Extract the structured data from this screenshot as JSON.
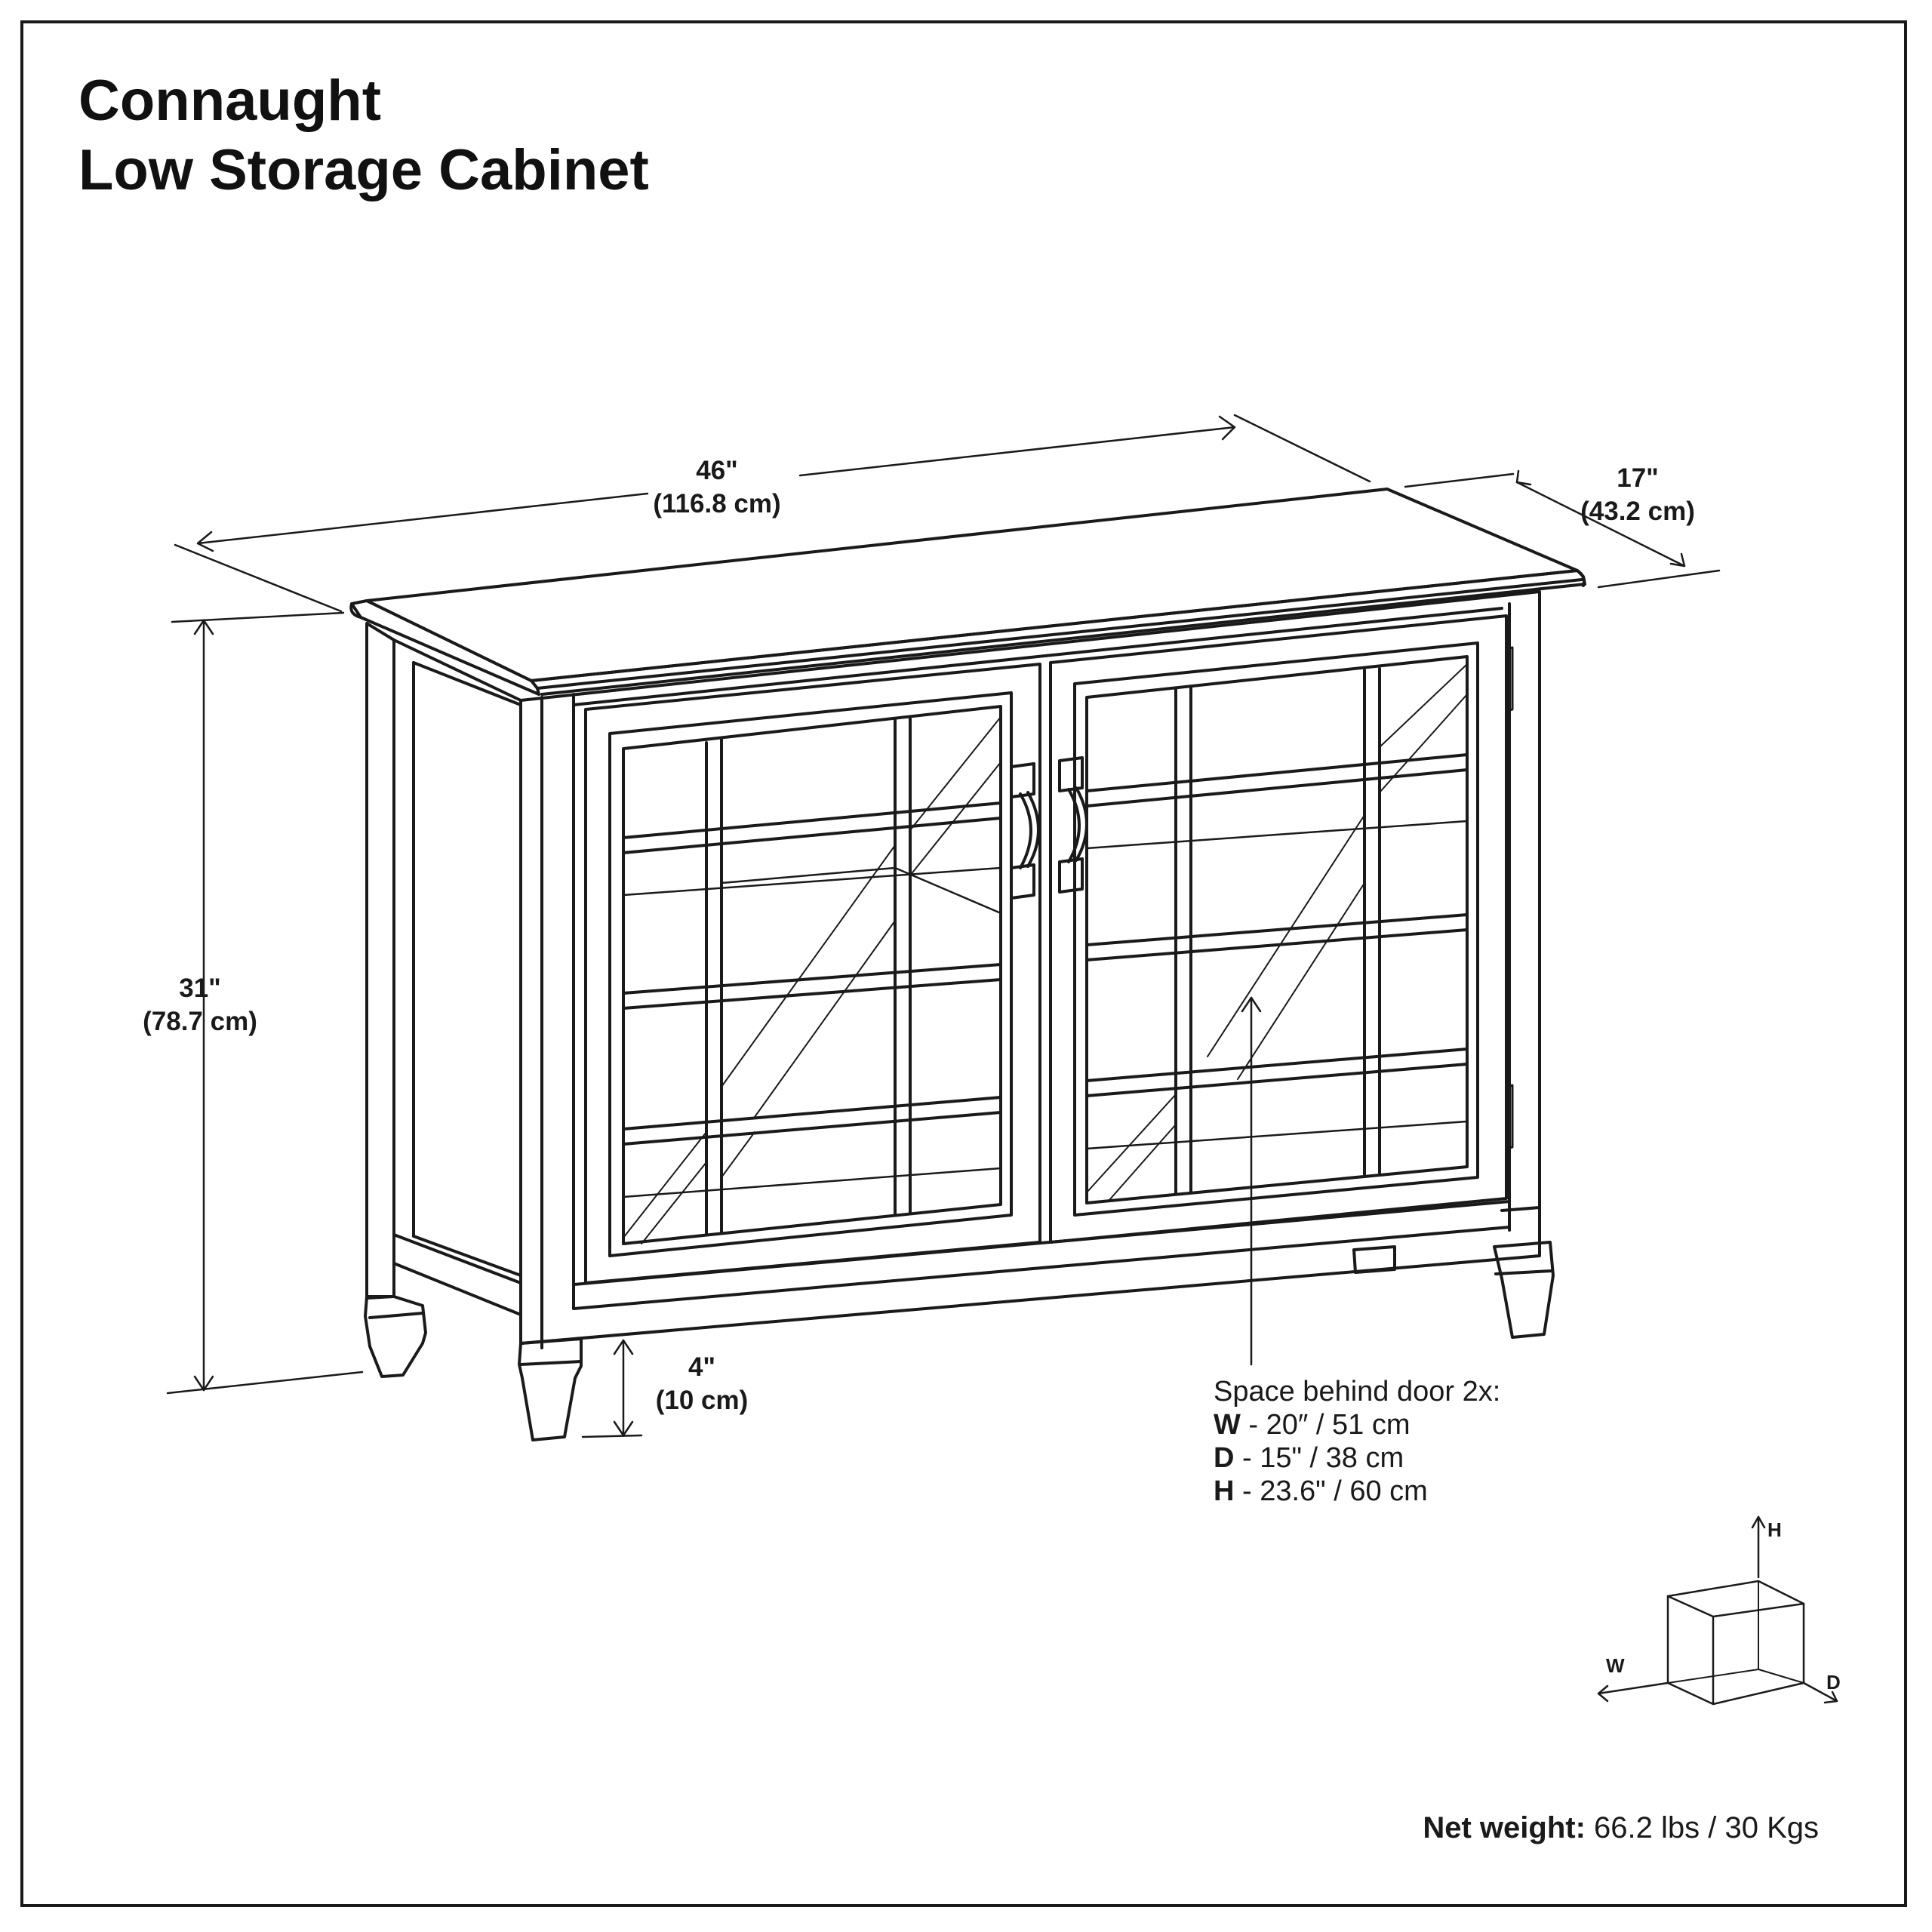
{
  "title": {
    "line1": "Connaught",
    "line2": "Low Storage Cabinet"
  },
  "dimensions": {
    "width": {
      "imperial": "46\"",
      "metric": "(116.8 cm)"
    },
    "depth": {
      "imperial": "17\"",
      "metric": "(43.2 cm)"
    },
    "height": {
      "imperial": "31\"",
      "metric": "(78.7 cm)"
    },
    "leg_height": {
      "imperial": "4\"",
      "metric": "(10 cm)"
    }
  },
  "space_behind_door": {
    "heading": "Space behind door 2x:",
    "rows": [
      {
        "key": "W",
        "value": " - 20″ / 51 cm"
      },
      {
        "key": "D",
        "value": " - 15\" / 38 cm"
      },
      {
        "key": "H",
        "value": " - 23.6\" / 60 cm"
      }
    ]
  },
  "axis_legend": {
    "h": "H",
    "w": "W",
    "d": "D"
  },
  "net_weight": {
    "label": "Net weight:",
    "value": " 66.2 lbs / 30 Kgs"
  },
  "colors": {
    "line": "#1a1a1a",
    "background": "#ffffff"
  }
}
